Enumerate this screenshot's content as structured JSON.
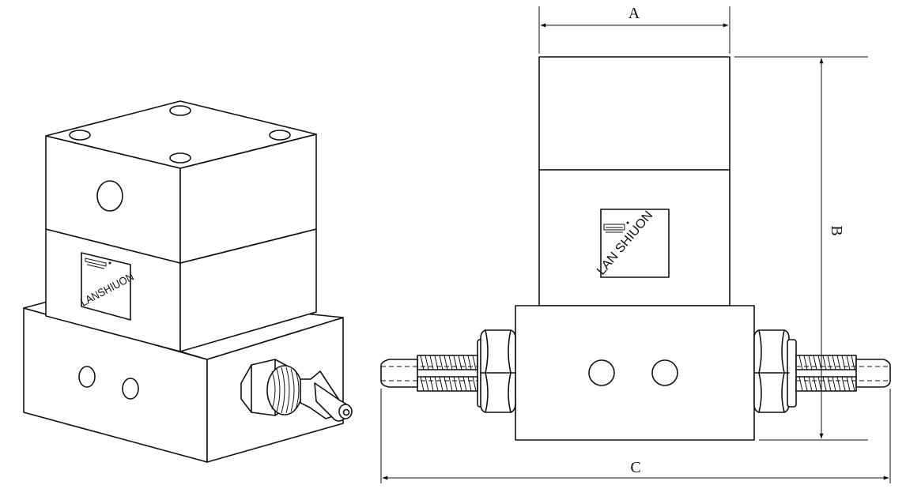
{
  "dimensions": {
    "a": "A",
    "b": "B",
    "c": "C"
  },
  "brand": {
    "iso_label": "LANSHIUON",
    "front_label": "LAN SHIUON",
    "logo_mark": "LS-logo"
  },
  "colors": {
    "stroke": "#111111",
    "background": "#ffffff"
  }
}
